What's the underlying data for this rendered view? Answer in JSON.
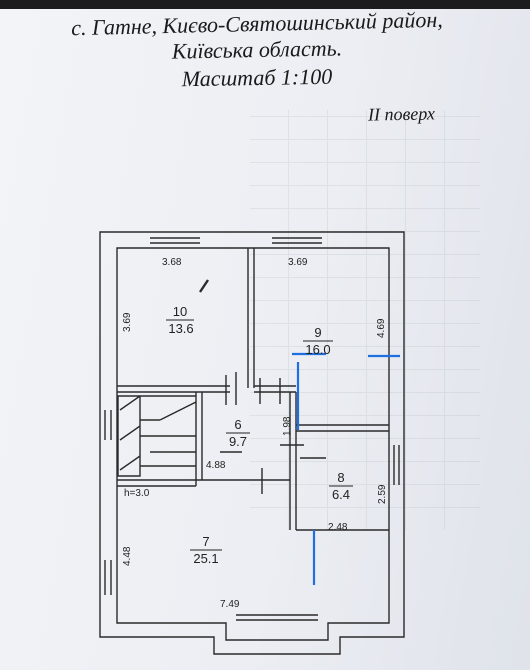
{
  "header": {
    "line1": "с. Гатне, Києво-Святошинський район,",
    "line2": "Київська область.",
    "line3": "Масштаб 1:100"
  },
  "floor_label": "II поверх",
  "dimensions": {
    "top_left_width": "3.68",
    "top_right_width": "3.69",
    "left_height_top": "3.69",
    "right_height_top": "4.69",
    "middle_height": "1.98",
    "corridor_width": "4.88",
    "room8_height": "2.59",
    "room8_width": "2.48",
    "ceiling_height": "h=3.0",
    "bottom_left_height": "4.48",
    "bottom_width": "7.49"
  },
  "rooms": {
    "room10": {
      "number": "10",
      "area": "13.6"
    },
    "room9": {
      "number": "9",
      "area": "16.0"
    },
    "room6": {
      "number": "6",
      "area": "9.7"
    },
    "room8": {
      "number": "8",
      "area": "6.4"
    },
    "room7": {
      "number": "7",
      "area": "25.1"
    }
  },
  "colors": {
    "wall": "#2a2a2a",
    "annotation_blue": "#1e6fe0"
  }
}
